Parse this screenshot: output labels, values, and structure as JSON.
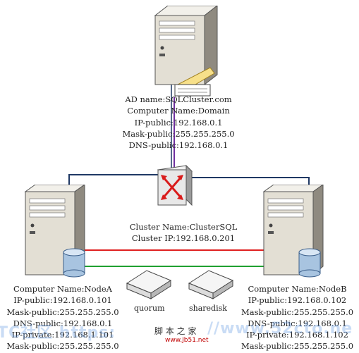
{
  "colors": {
    "link_blue": "#1f3864",
    "link_purple": "#7030a0",
    "heartbeat_red": "#e02020",
    "private_green": "#20a030",
    "switch_red": "#d91b1b",
    "server_face": "#d8d3c5",
    "disk_blue": "#a8c4e0",
    "watermark_blue": "#5a96e1"
  },
  "dc": {
    "icon": "server-icon",
    "lines": [
      "AD name:SQLCluster.com",
      "Computer Name:Domain",
      "IP-public:192.168.0.1",
      "Mask-public:255.255.255.0",
      "DNS-public:192.168.0.1"
    ]
  },
  "switch": {
    "icon": "network-switch-icon"
  },
  "cluster": {
    "lines": [
      "Cluster Name:ClusterSQL",
      "Cluster IP:192.168.0.201"
    ]
  },
  "node_a": {
    "icon": "server-icon",
    "lines": [
      "Computer Name:NodeA",
      "IP-public:192.168.0.101",
      "Mask-public:255.255.255.0",
      "DNS-public:192.168.0.1",
      "IP-private:192.168.1.101",
      "Mask-public:255.255.255.0"
    ]
  },
  "node_b": {
    "icon": "server-icon",
    "lines": [
      "Computer Name:NodeB",
      "IP-public:192.168.0.102",
      "Mask-public:255.255.255.0",
      "DNS-public:192.168.0.1",
      "IP-private:192.168.1.102",
      "Mask-public:255.255.255.0"
    ]
  },
  "disks": [
    {
      "label": "quorum",
      "icon": "disk-icon"
    },
    {
      "label": "sharedisk",
      "icon": "disk-icon"
    }
  ],
  "watermark": {
    "left_text": "TC社区 https:",
    "right_text": "//www.52cto.ne",
    "site_cn": "脚 本 之 家",
    "site_url": "www.Jb51.net"
  }
}
